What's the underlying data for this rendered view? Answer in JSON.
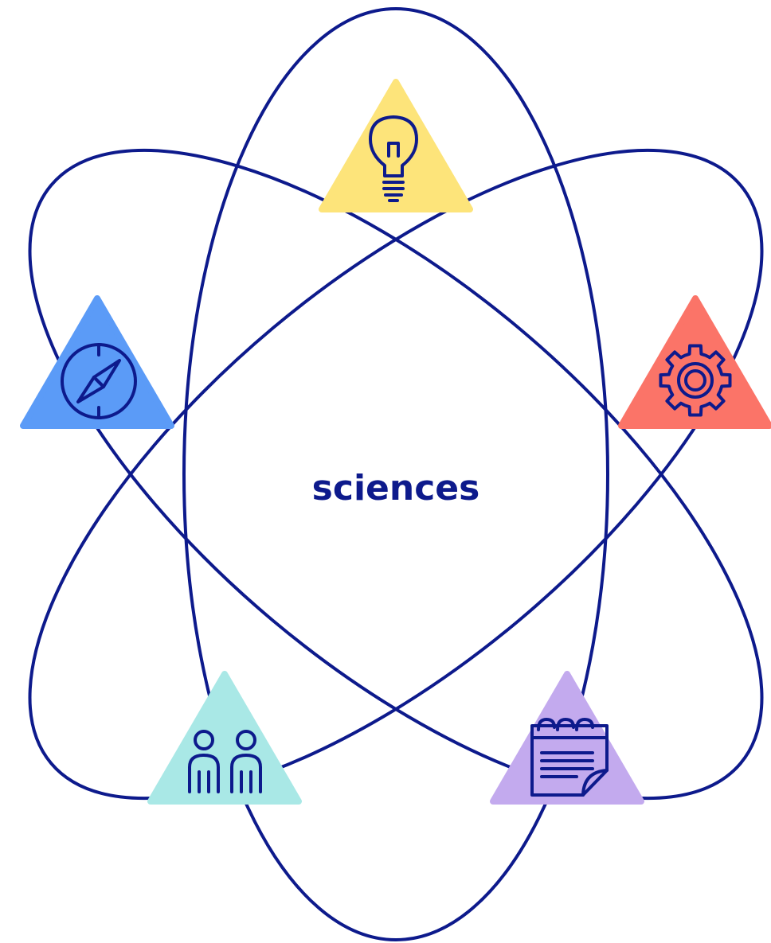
{
  "center": {
    "label": "sciences"
  },
  "colors": {
    "line": "#0d1a8c",
    "lightbulb": "#fde47a",
    "compass": "#5b9bf7",
    "gear": "#fb7468",
    "people": "#a9e8e6",
    "notepad": "#c3aaee",
    "white": "#ffffff"
  },
  "icons": [
    {
      "key": "lightbulb",
      "name": "lightbulb-icon",
      "color": "lightbulb"
    },
    {
      "key": "compass",
      "name": "compass-icon",
      "color": "compass"
    },
    {
      "key": "gear",
      "name": "gear-icon",
      "color": "gear"
    },
    {
      "key": "people",
      "name": "people-icon",
      "color": "people"
    },
    {
      "key": "notepad",
      "name": "notepad-icon",
      "color": "notepad"
    }
  ]
}
